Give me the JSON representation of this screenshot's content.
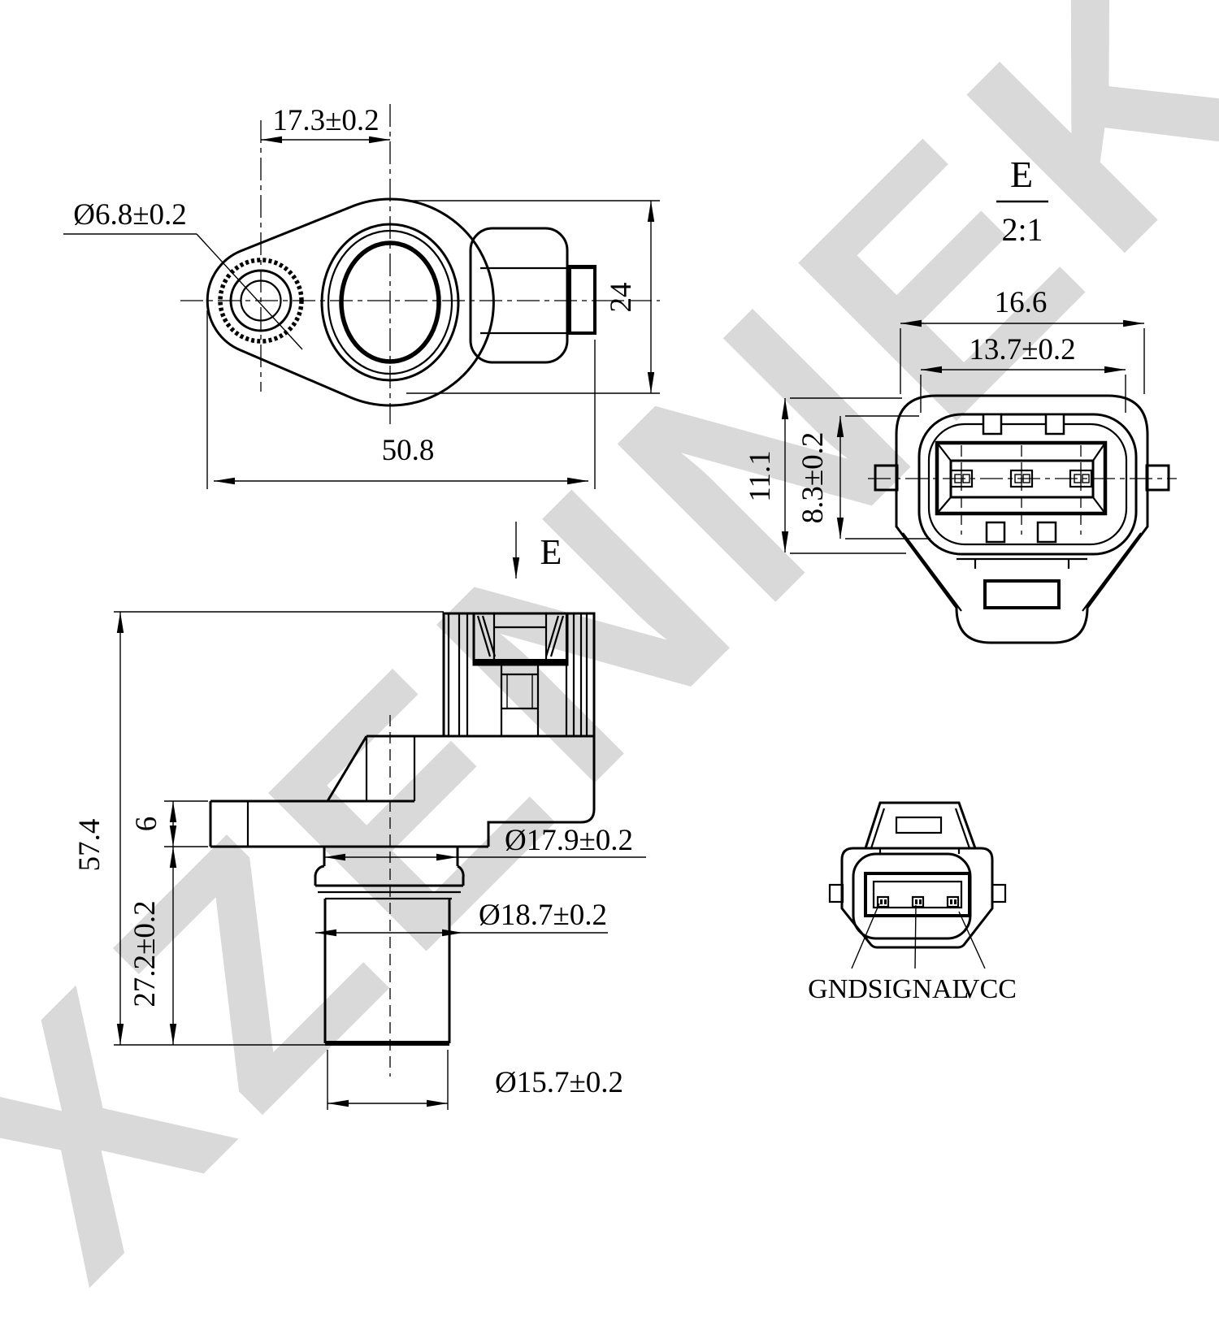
{
  "watermark": {
    "text": "XZENNEK",
    "color": "#d9d9d9"
  },
  "line_color": "#000000",
  "top_view": {
    "dim_pitch": "17.3±0.2",
    "dim_hole": "Ø6.8±0.2",
    "dim_overall_width": "50.8",
    "dim_height": "24"
  },
  "side_view": {
    "view_arrow_label": "E",
    "dim_total_height": "57.4",
    "dim_flange_thickness": "6",
    "dim_probe_length": "27.2±0.2",
    "dim_body_diameter": "Ø17.9±0.2",
    "dim_oring_diameter": "Ø18.7±0.2",
    "dim_tip_diameter": "Ø15.7±0.2"
  },
  "detail_view": {
    "label": "E",
    "scale": "2:1",
    "dim_outer_width": "16.6",
    "dim_inner_width": "13.7±0.2",
    "dim_outer_height": "11.1",
    "dim_inner_height": "8.3±0.2"
  },
  "pinout_view": {
    "pins": [
      {
        "label": "GND"
      },
      {
        "label": "SIGNAL"
      },
      {
        "label": "VCC"
      }
    ]
  }
}
